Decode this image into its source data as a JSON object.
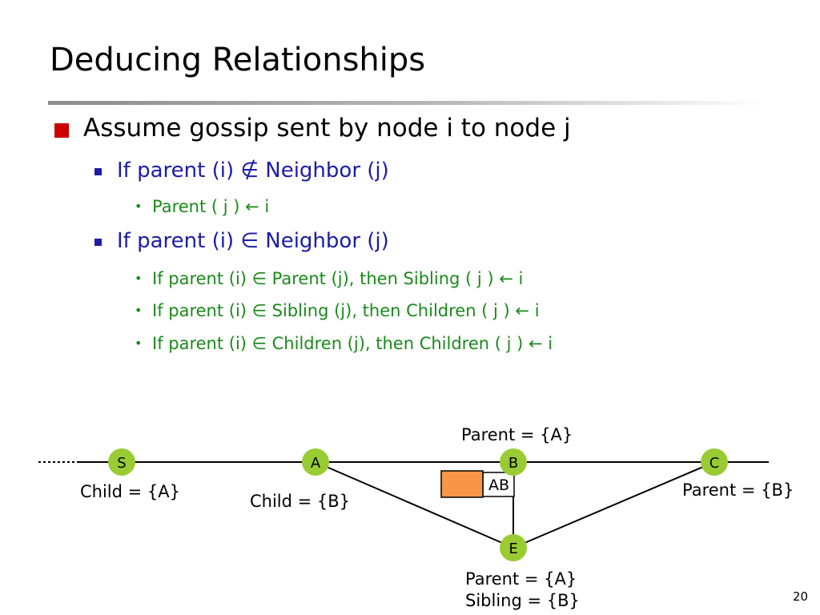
{
  "title": "Deducing Relationships",
  "bullets": {
    "main": "Assume gossip sent by node i to node j",
    "sub1": {
      "text": "If parent (i)  ∉ Neighbor (j)",
      "items": [
        "Parent ( j ) ← i"
      ]
    },
    "sub2": {
      "text": "If parent (i) ∈ Neighbor (j)",
      "items": [
        "If parent (i) ∈ Parent (j), then Sibling ( j ) ← i",
        "If parent (i) ∈ Sibling (j), then Children ( j ) ← i",
        "If parent (i) ∈ Children (j), then Children ( j ) ← i"
      ]
    }
  },
  "diagram": {
    "nodes": {
      "S": "S",
      "A": "A",
      "B": "B",
      "C": "C",
      "E": "E"
    },
    "labels": {
      "S": "Child = {A}",
      "A": "Child = {B}",
      "B": "Parent = {A}",
      "C": "Parent = {B}",
      "E_parent": "Parent = {A}",
      "E_sibling": "Sibling = {B}"
    },
    "message_text": "AB",
    "colors": {
      "node": "#99cc33",
      "packet": "#f79646"
    }
  },
  "page_number": "20"
}
